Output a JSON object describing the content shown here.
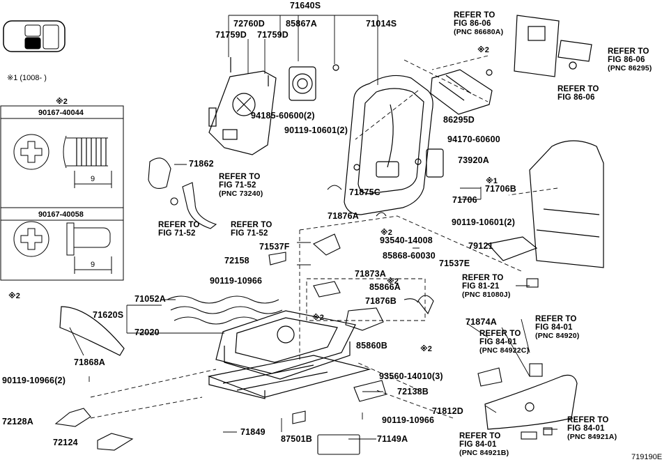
{
  "diagram": {
    "code": "719190E",
    "note": "※1 (1008-     )",
    "legend": {
      "marker": "※2",
      "bolts": [
        {
          "part": "90167-40044",
          "dim": "9"
        },
        {
          "part": "90167-40058",
          "dim": "9"
        }
      ]
    },
    "parts": [
      "71640S",
      "72760D",
      "85867A",
      "71014S",
      "71759D",
      "71759D",
      "94185-60600(2)",
      "90119-10601(2)",
      "94170-60600",
      "73920A",
      "86295D",
      "71862",
      "71875C",
      "71706B",
      "71706",
      "71876A",
      "90119-10601(2)",
      "93540-14008",
      "85868-60030",
      "71537F",
      "72158",
      "79121",
      "71873A",
      "71537E",
      "90119-10966",
      "85866A",
      "71052A",
      "71620S",
      "72020",
      "71876B",
      "71874A",
      "85860B",
      "71868A",
      "90119-10966(2)",
      "93560-14010(3)",
      "72138B",
      "71812D",
      "72128A",
      "72124",
      "71849",
      "87501B",
      "90119-10966",
      "71149A"
    ],
    "markers": [
      "※2",
      "※2",
      "※2",
      "※2",
      "※2",
      "※2",
      "※1"
    ],
    "references": [
      {
        "line1": "REFER TO",
        "line2": "FIG 86-06",
        "pnc": "(PNC 86680A)"
      },
      {
        "line1": "REFER TO",
        "line2": "FIG 86-06",
        "pnc": "(PNC 86295)"
      },
      {
        "line1": "REFER TO",
        "line2": "FIG 86-06",
        "pnc": ""
      },
      {
        "line1": "REFER TO",
        "line2": "FIG 71-52",
        "pnc": "(PNC 73240)"
      },
      {
        "line1": "REFER TO",
        "line2": "FIG 71-52",
        "pnc": ""
      },
      {
        "line1": "REFER TO",
        "line2": "FIG 71-52",
        "pnc": ""
      },
      {
        "line1": "REFER TO",
        "line2": "FIG 81-21",
        "pnc": "(PNC 81080J)"
      },
      {
        "line1": "REFER TO",
        "line2": "FIG 84-01",
        "pnc": "(PNC 84920)"
      },
      {
        "line1": "REFER TO",
        "line2": "FIG 84-01",
        "pnc": "(PNC 84922C)"
      },
      {
        "line1": "REFER TO",
        "line2": "FIG 84-01",
        "pnc": "(PNC 84921A)"
      },
      {
        "line1": "REFER TO",
        "line2": "FIG 84-01",
        "pnc": "(PNC 84921B)"
      }
    ]
  }
}
